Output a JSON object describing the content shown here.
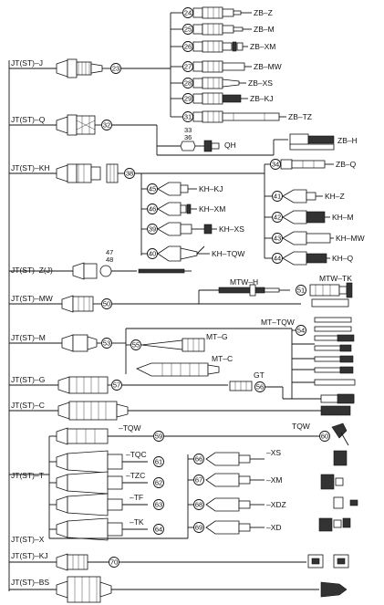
{
  "trunk": {
    "jt_j": "JT(ST)–J",
    "jt_q": "JT(ST)–Q",
    "jt_kh": "JT(ST)–KH",
    "jt_zj": "JT(ST)–Z(J)",
    "jt_mw": "JT(ST)–MW",
    "jt_m": "JT(ST)–M",
    "jt_g": "JT(ST)–G",
    "jt_c": "JT(ST)–C",
    "jt_t": "JT(ST)–T",
    "jt_x": "JT(ST)–X",
    "jt_kj": "JT(ST)–KJ",
    "jt_bs": "JT(ST)–BS"
  },
  "collets": {
    "n24": "24",
    "l24": "ZB–Z",
    "n25": "25",
    "l25": "ZB–M",
    "n26": "26",
    "l26": "ZB–XM",
    "n27": "27",
    "l27": "ZB–MW",
    "n28": "28",
    "l28": "ZB–XS",
    "n29": "29",
    "l29": "ZB–KJ",
    "n31": "31",
    "l31": "ZB–TZ",
    "n23": "23",
    "n32": "32",
    "n33": "33",
    "n36": "36",
    "lqh": "QH",
    "lzbh": "ZB–H",
    "n34": "34",
    "lzbq": "ZB–Q"
  },
  "kh": {
    "n38": "38",
    "n45": "45",
    "l45": "KH–KJ",
    "n46": "46",
    "l46": "KH–XM",
    "n39": "39",
    "l39": "KH–XS",
    "n40": "40",
    "l40": "KH–TQW",
    "n41": "41",
    "l41": "KH–Z",
    "n42": "42",
    "l42": "KH–M",
    "n43": "43",
    "l43": "KH–MW",
    "n44": "44",
    "l44": "KH–Q"
  },
  "misc": {
    "n47": "47",
    "n48": "48",
    "n50": "50",
    "lmtwh": "MTW–H",
    "n51": "51",
    "lmtwtk": "MTW–TK",
    "n53": "53",
    "lmtg": "MT–G",
    "n55": "55",
    "lmtc": "MT–C",
    "lmttqw": "MT–TQW",
    "n54": "54",
    "n57": "57",
    "lgt": "GT",
    "n56": "56"
  },
  "t_branch": {
    "ltqw": "–TQW",
    "n59": "59",
    "ltqw2": "TQW",
    "n60": "60",
    "ltqc": "–TQC",
    "n61": "61",
    "ltzc": "–TZC",
    "n62": "62",
    "ltf": "–TF",
    "n63": "63",
    "ltk": "–TK",
    "n64": "64"
  },
  "x_branch": {
    "n66": "66",
    "lxs": "–XS",
    "n67": "67",
    "lxm": "–XM",
    "n68": "68",
    "lxdz": "–XDZ",
    "n69": "69",
    "lxd": "–XD",
    "n70": "70"
  }
}
